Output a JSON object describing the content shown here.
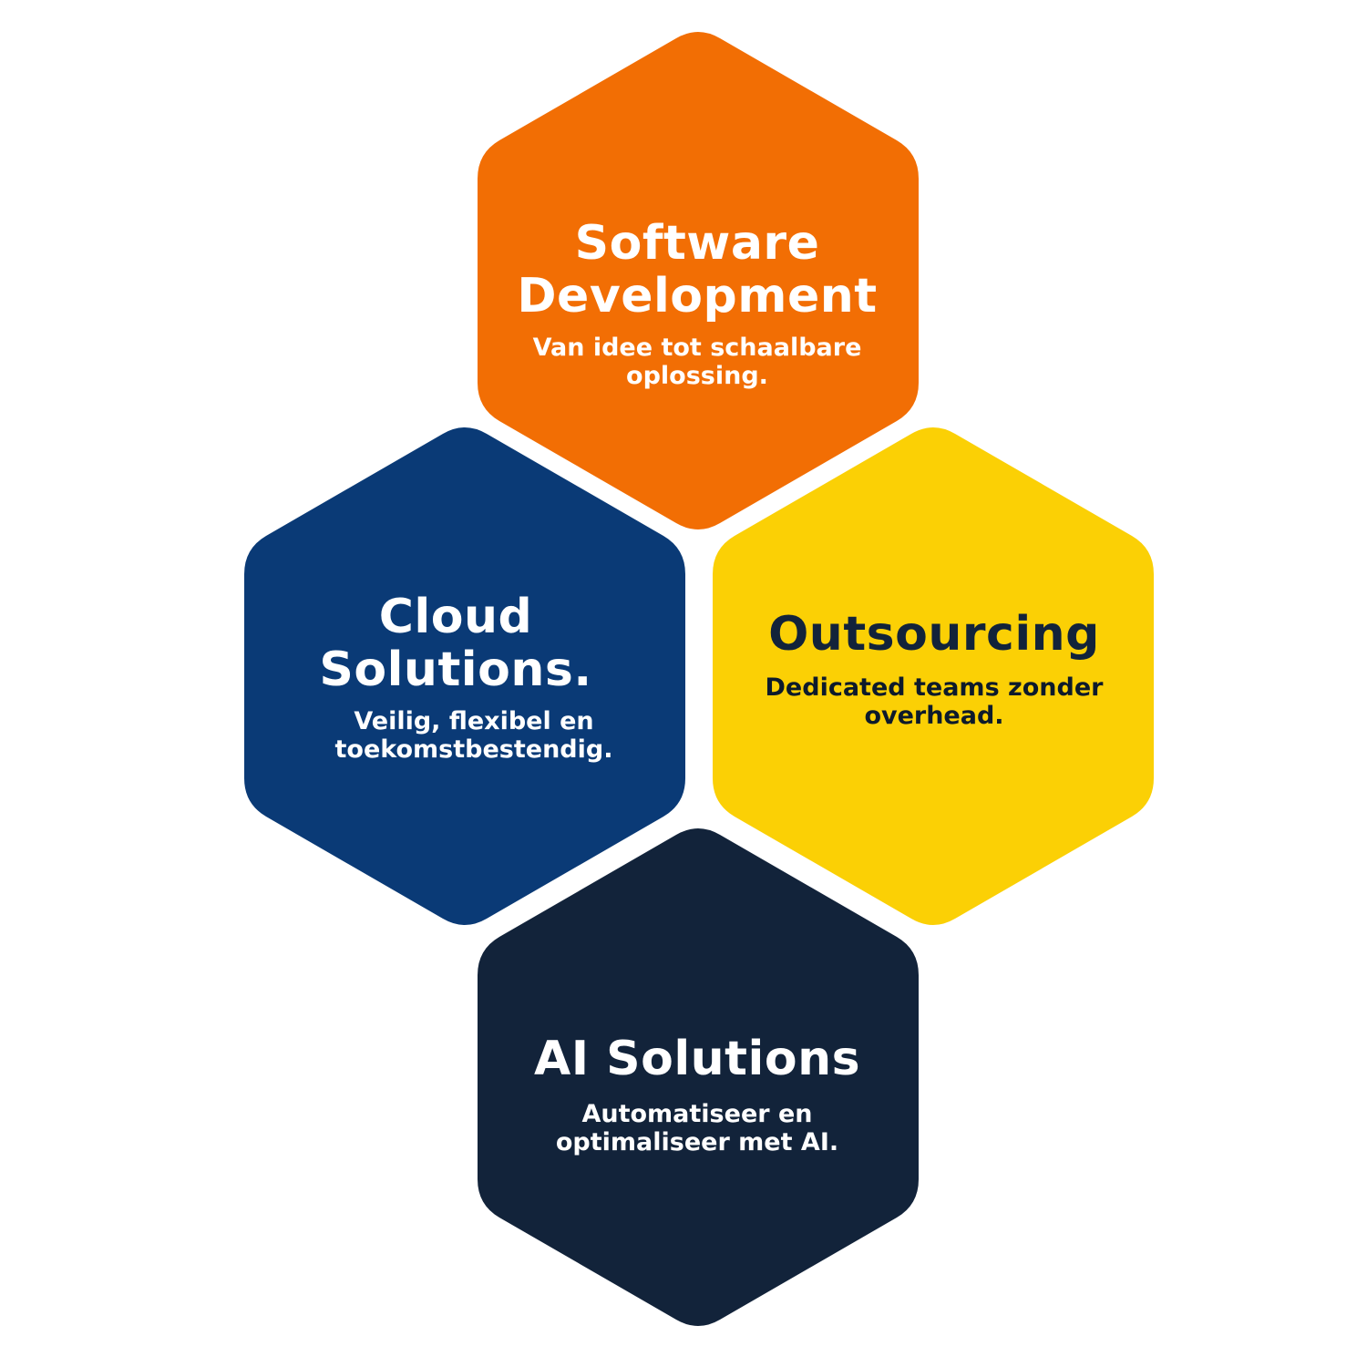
{
  "colors": {
    "background": "#ffffff",
    "software_development": "#f26e04",
    "cloud_solutions": "#0a3a76",
    "outsourcing": "#fbd005",
    "ai_solutions": "#12233a"
  },
  "hexagons": {
    "software_development": {
      "title": "Software Development",
      "description": "Van idee tot schaalbare oplossing."
    },
    "cloud_solutions": {
      "title": "Cloud Solutions.",
      "description": "Veilig, flexibel en toekomstbestendig."
    },
    "outsourcing": {
      "title": "Outsourcing",
      "description": "Dedicated teams zonder overhead."
    },
    "ai_solutions": {
      "title": "AI Solutions",
      "description": "Automatiseer en optimaliseer met AI."
    }
  }
}
